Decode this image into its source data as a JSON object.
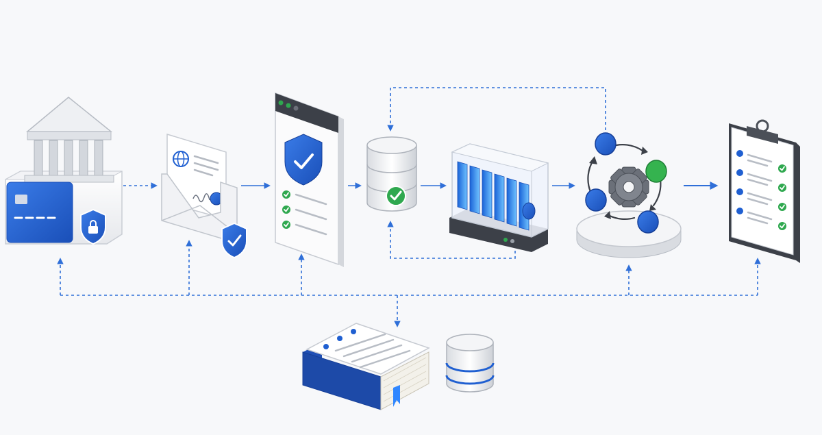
{
  "diagram": {
    "colors": {
      "background": "#f7f8fa",
      "accent_blue": "#1f5fd1",
      "light_blue": "#4aa3ff",
      "connector": "#2f6fd8",
      "success_green": "#2fa84f",
      "gray_light": "#e9ebef",
      "gray_mid": "#c9cdd4",
      "gray_dark": "#3c4048"
    },
    "nodes": [
      {
        "id": "bank",
        "icon": "bank-card-lock-icon"
      },
      {
        "id": "signed-document",
        "icon": "envelope-signed-document-icon"
      },
      {
        "id": "security-check",
        "icon": "browser-shield-checklist-icon"
      },
      {
        "id": "verified-database",
        "icon": "database-check-icon"
      },
      {
        "id": "server-rack",
        "icon": "server-storage-icon"
      },
      {
        "id": "processing-cycle",
        "icon": "gear-cycle-icon"
      },
      {
        "id": "completed-checklist",
        "icon": "clipboard-checklist-icon"
      },
      {
        "id": "ledger-book",
        "icon": "ledger-book-icon"
      },
      {
        "id": "archive-database",
        "icon": "database-icon"
      }
    ]
  }
}
